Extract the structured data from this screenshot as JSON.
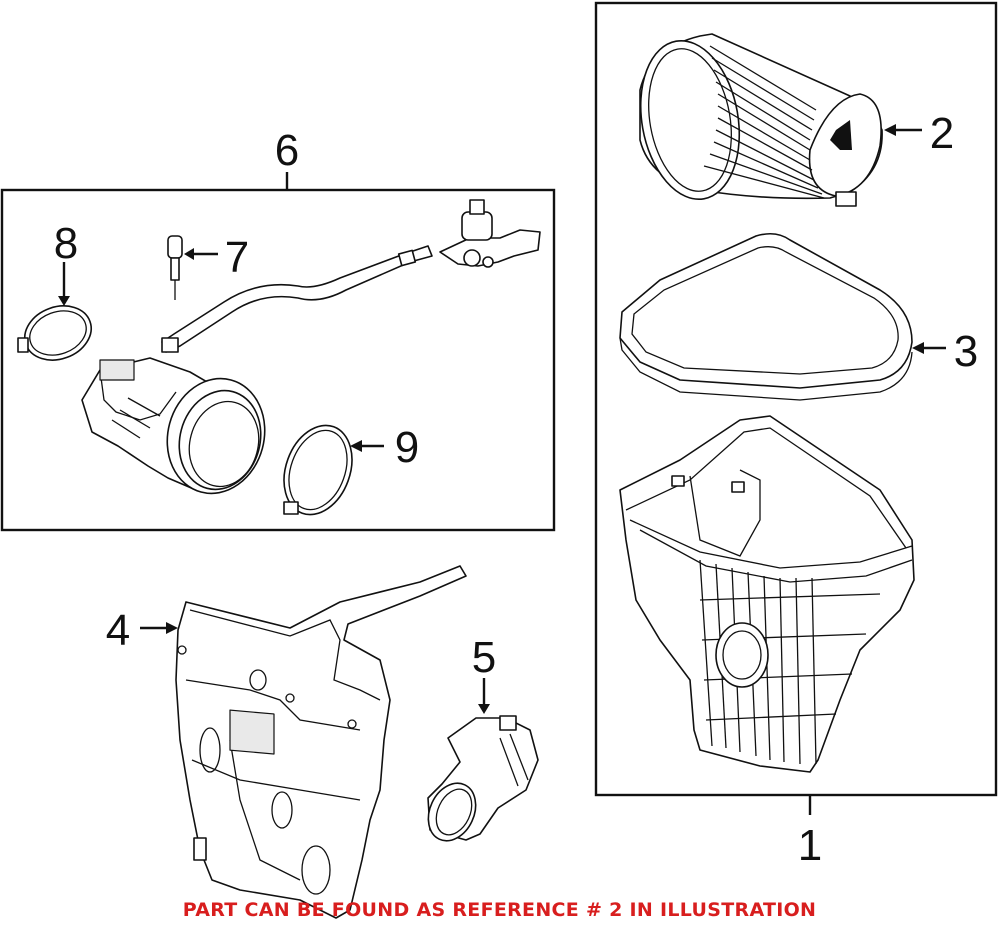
{
  "callouts": {
    "c1": "1",
    "c2": "2",
    "c3": "3",
    "c4": "4",
    "c5": "5",
    "c6": "6",
    "c7": "7",
    "c8": "8",
    "c9": "9"
  },
  "note": "PART CAN BE FOUND AS REFERENCE # 2 IN ILLUSTRATION",
  "colors": {
    "note": "#d81e1e",
    "line": "#111111"
  }
}
